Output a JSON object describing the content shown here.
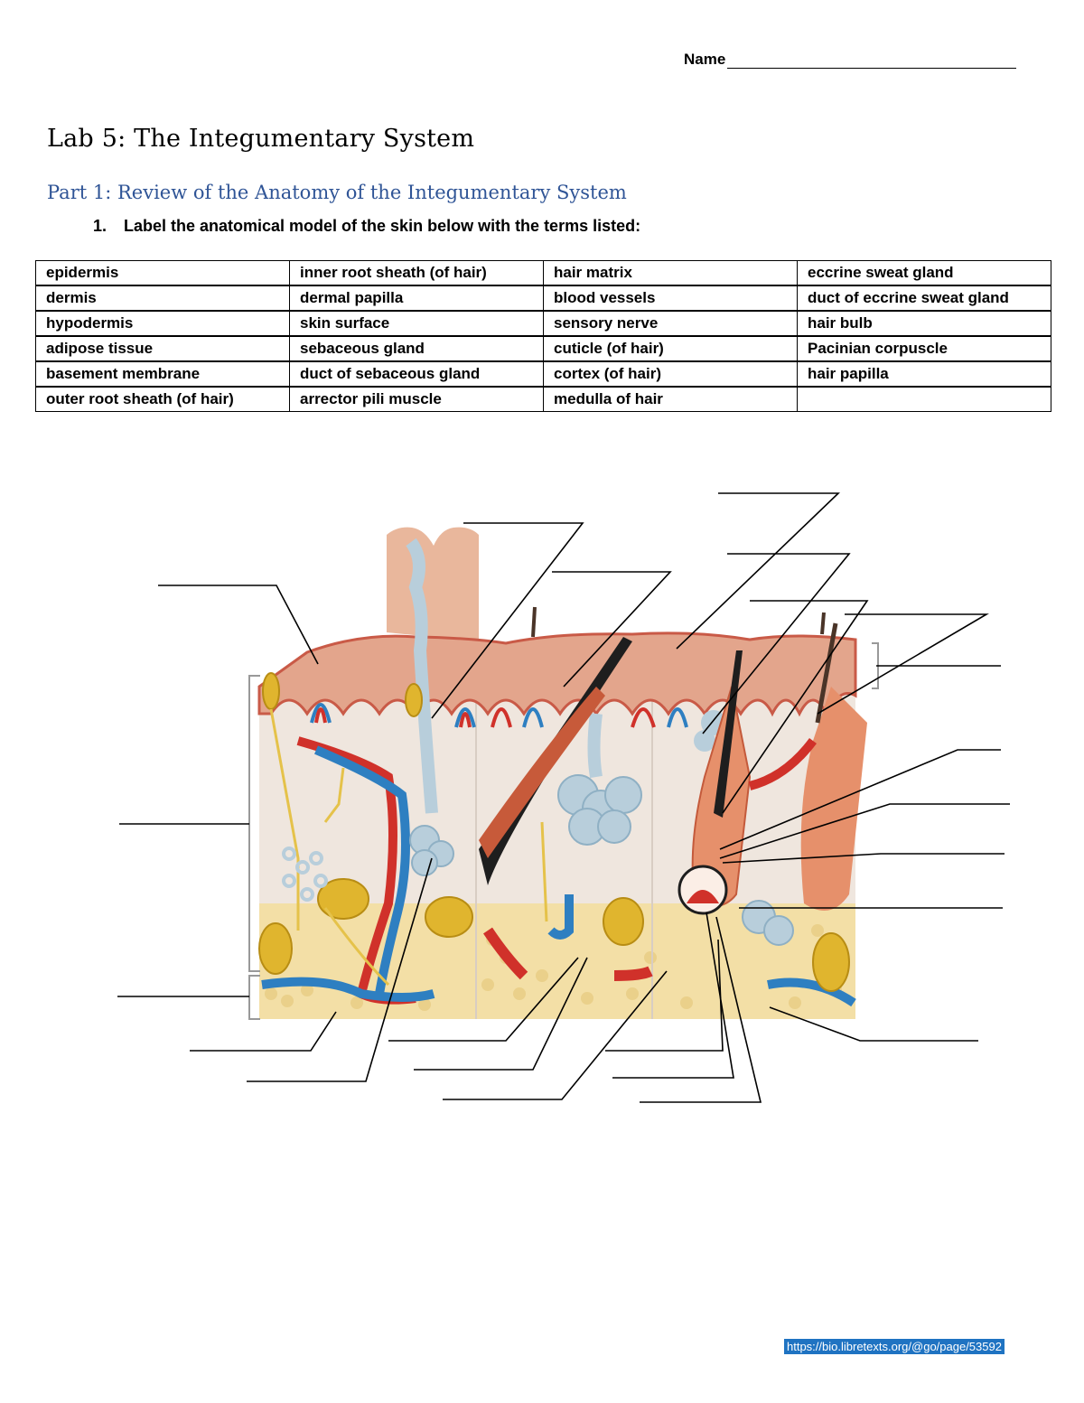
{
  "header": {
    "name_label": "Name"
  },
  "title": "Lab 5: The Integumentary System",
  "part_heading": "Part 1: Review of the Anatomy of the Integumentary System",
  "instruction": {
    "number": "1.",
    "text": "Label the anatomical model of the skin below with the terms listed:"
  },
  "terms_table": {
    "rows": [
      [
        "epidermis",
        "inner root sheath (of hair)",
        "hair matrix",
        "eccrine sweat gland"
      ],
      [
        "dermis",
        "dermal papilla",
        "blood vessels",
        "duct of eccrine sweat gland"
      ],
      [
        "hypodermis",
        "skin surface",
        "sensory nerve",
        "hair bulb"
      ],
      [
        "adipose tissue",
        "sebaceous gland",
        "cuticle (of hair)",
        "Pacinian corpuscle"
      ],
      [
        "basement membrane",
        "duct of sebaceous gland",
        "cortex (of hair)",
        "hair papilla"
      ],
      [
        "outer root sheath (of hair)",
        "arrector pili muscle",
        "medulla of hair",
        ""
      ]
    ]
  },
  "footer": {
    "link_text": "https://bio.libretexts.org/@go/page/53592"
  },
  "colors": {
    "heading_blue": "#2f5496",
    "link_bg": "#1f73c2",
    "epidermis": "#e3a58c",
    "dermis": "#efe6de",
    "adipose": "#f3dfa6",
    "artery": "#d0312a",
    "vein": "#2e7fc1",
    "gland": "#b8cedb",
    "corpuscle": "#e0b52e"
  }
}
